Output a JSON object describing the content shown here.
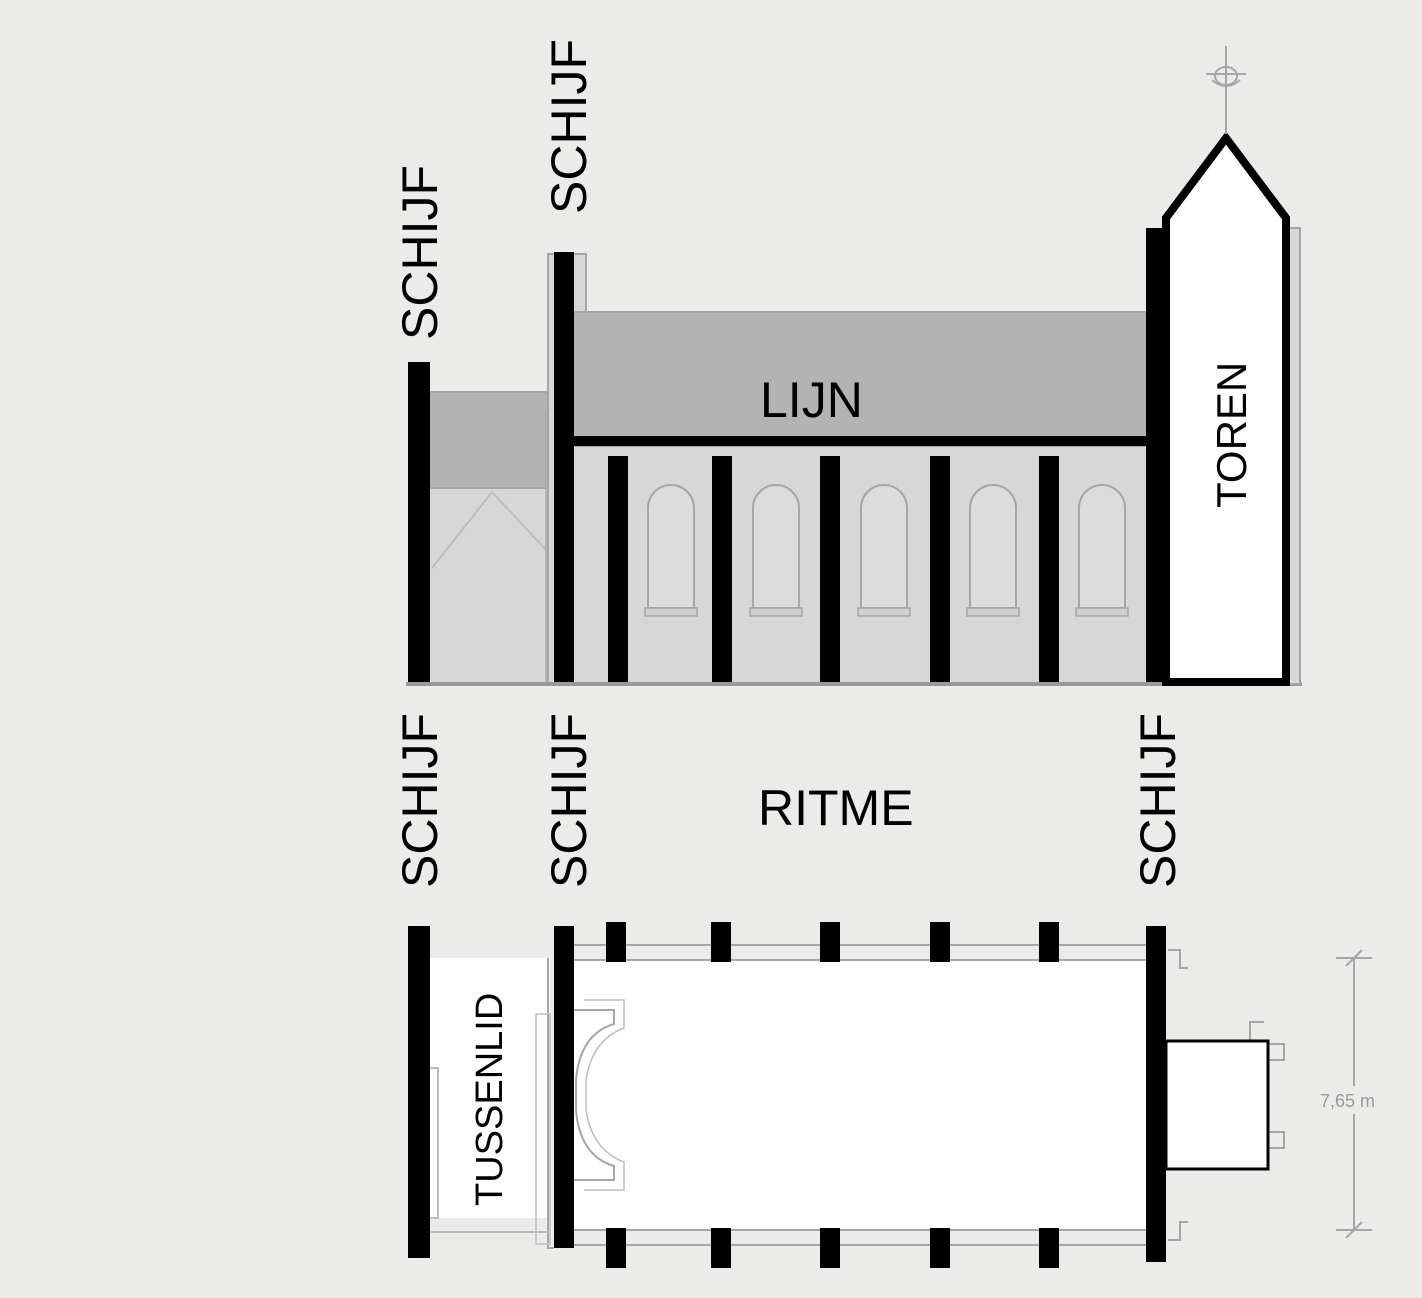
{
  "labels": {
    "schijf": "SCHIJF",
    "lijn": "LIJN",
    "ritme": "RITME",
    "toren": "TOREN",
    "tussenlid": "TUSSENLID",
    "dimension": "7,65 m"
  },
  "colors": {
    "background": "#ebebe9",
    "roof": "#b3b3b3",
    "wall": "#d7d7d7",
    "outline": "#a6a6a6",
    "plan_fill": "#ffffff",
    "accent": "#000000"
  }
}
